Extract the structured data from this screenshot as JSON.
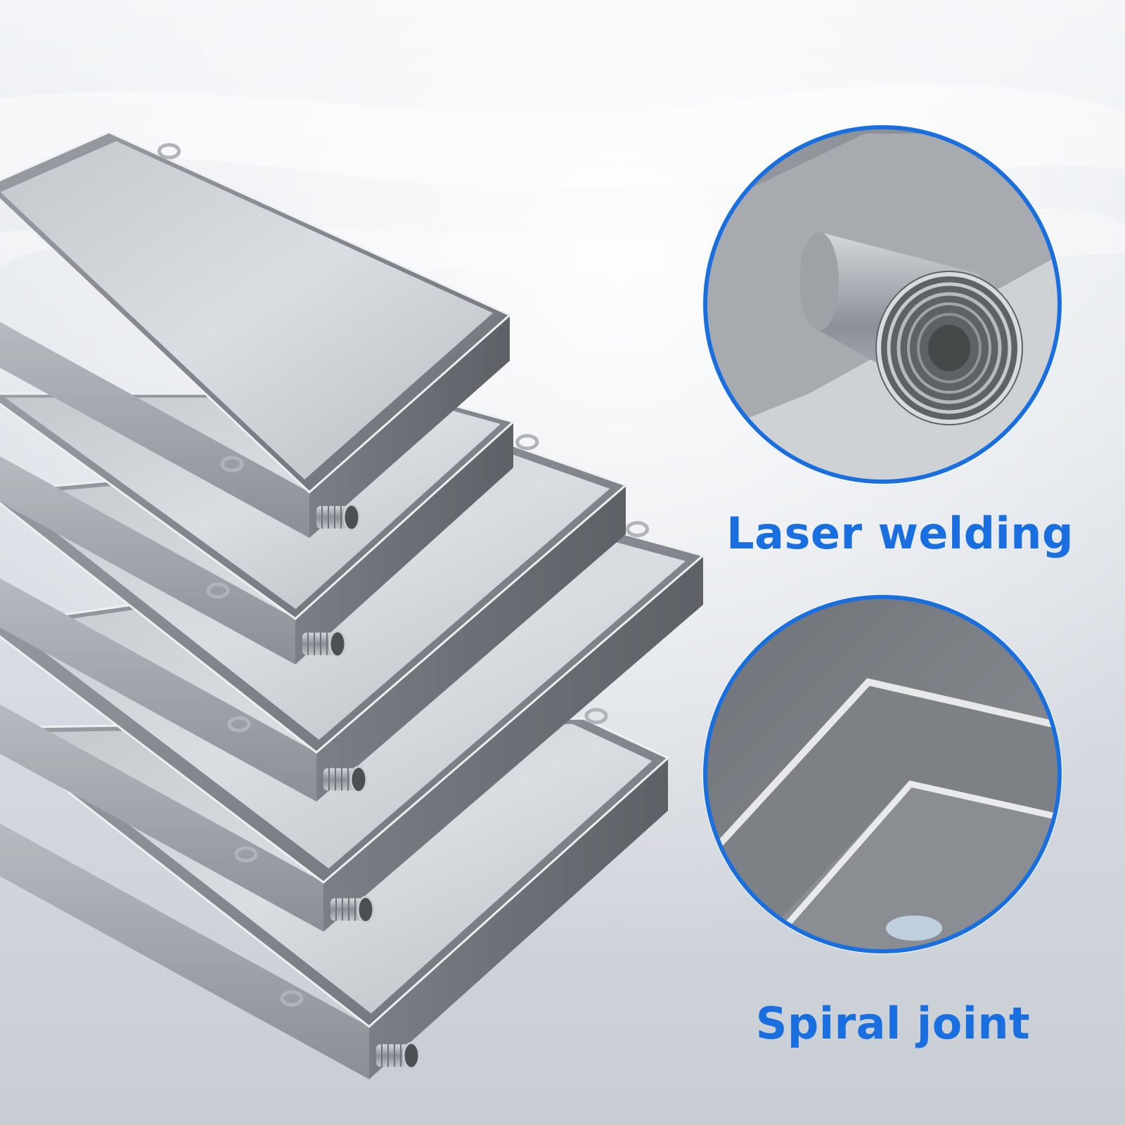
{
  "accent_color": "#1a6fe0",
  "product": {
    "name": "stainless-steel-drip-tray-set",
    "tray_count": 5,
    "fitting_icon": "threaded-outlet-icon",
    "mounting_tab_icon": "mounting-ear-icon"
  },
  "callouts": [
    {
      "label": "Laser welding",
      "detail_icon": "threaded-pipe-detail-icon"
    },
    {
      "label": "Spiral joint",
      "detail_icon": "welded-corner-detail-icon"
    }
  ]
}
